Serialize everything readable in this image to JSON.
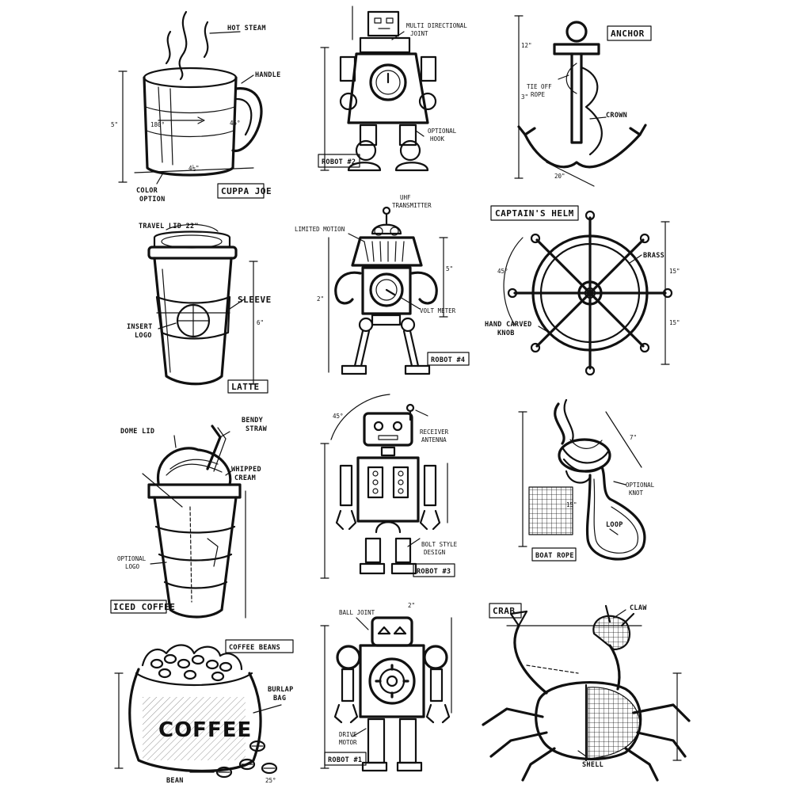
{
  "colors": {
    "ink": "#111111",
    "paper": "#ffffff"
  },
  "panels": {
    "cuppa_joe": {
      "title": "CUPPA JOE",
      "labels": {
        "steam": "HOT STEAM",
        "handle": "HANDLE",
        "color": "COLOR",
        "option": "OPTION"
      },
      "dims": {
        "height": "5\"",
        "width": "4½\"",
        "angle": "180°",
        "handle_angle": "45°"
      }
    },
    "robot_2": {
      "title": "ROBOT #2",
      "labels": {
        "joint_a": "MULTI DIRECTIONAL",
        "joint_b": "JOINT",
        "hook_a": "OPTIONAL",
        "hook_b": "HOOK"
      }
    },
    "anchor": {
      "title": "ANCHOR",
      "labels": {
        "tie_a": "TIE OFF",
        "tie_b": "ROPE",
        "crown": "CROWN"
      },
      "dims": {
        "d1": "12\"",
        "d2": "20\"",
        "d3": "3\""
      }
    },
    "latte": {
      "title": "LATTE",
      "labels": {
        "lid": "TRAVEL LID 22\"",
        "sleeve": "SLEEVE",
        "logo_a": "INSERT",
        "logo_b": "LOGO"
      },
      "dims": {
        "height": "6\""
      }
    },
    "robot_4": {
      "title": "ROBOT #4",
      "labels": {
        "antenna_a": "UHF",
        "antenna_b": "TRANSMITTER",
        "motion": "LIMITED MOTION",
        "meter": "VOLT METER"
      },
      "dims": {
        "d1": "5\"",
        "d2": "2\""
      }
    },
    "helm": {
      "title": "CAPTAIN'S HELM",
      "labels": {
        "brass": "BRASS",
        "knob_a": "HAND CARVED",
        "knob_b": "KNOB"
      },
      "dims": {
        "angle": "45°",
        "d1": "15\"",
        "d2": "15\""
      }
    },
    "iced_coffee": {
      "title": "ICED COFFEE",
      "labels": {
        "dome": "DOME LID",
        "straw_a": "BENDY",
        "straw_b": "STRAW",
        "cream_a": "WHIPPED",
        "cream_b": "CREAM",
        "logo_a": "OPTIONAL",
        "logo_b": "LOGO"
      }
    },
    "robot_3": {
      "title": "ROBOT #3",
      "labels": {
        "antenna_a": "RECEIVER",
        "antenna_b": "ANTENNA",
        "bolt_a": "BOLT STYLE",
        "bolt_b": "DESIGN"
      },
      "dims": {
        "angle": "45°"
      }
    },
    "boat_rope": {
      "title": "BOAT ROPE",
      "labels": {
        "knot_a": "OPTIONAL",
        "knot_b": "KNOT",
        "loop": "LOOP"
      },
      "dims": {
        "d1": "15\"",
        "d2": "7\""
      }
    },
    "coffee_beans": {
      "title": "COFFEE BEANS",
      "bag_text": "COFFEE",
      "labels": {
        "burlap_a": "BURLAP",
        "burlap_b": "BAG",
        "bean": "BEAN"
      },
      "dims": {
        "angle": "25°"
      }
    },
    "robot_1": {
      "title": "ROBOT #1",
      "labels": {
        "ball": "BALL JOINT",
        "drive_a": "DRIVE",
        "drive_b": "MOTOR"
      },
      "dims": {
        "d1": "2\""
      }
    },
    "crab": {
      "title": "CRAB",
      "labels": {
        "claw": "CLAW",
        "shell": "SHELL"
      }
    }
  }
}
